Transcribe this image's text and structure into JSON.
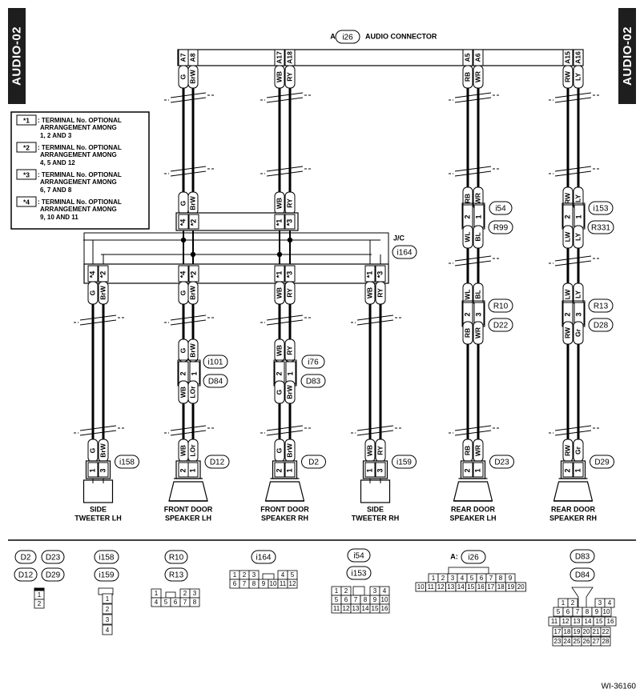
{
  "page_tabs": {
    "left": "AUDIO-02",
    "right": "AUDIO-02"
  },
  "audio_connector": {
    "prefix": "A:",
    "id": "i26",
    "title": "AUDIO CONNECTOR",
    "pins": [
      "A7",
      "A8",
      "A17",
      "A18",
      "A5",
      "A6",
      "A15",
      "A16"
    ]
  },
  "legend": [
    {
      "mark": "*1",
      "line1": ": TERMINAL No. OPTIONAL",
      "line2": "ARRANGEMENT AMONG",
      "line3": "1, 2 AND 3"
    },
    {
      "mark": "*2",
      "line1": ": TERMINAL No. OPTIONAL",
      "line2": "ARRANGEMENT AMONG",
      "line3": "4, 5 AND 12"
    },
    {
      "mark": "*3",
      "line1": ": TERMINAL No. OPTIONAL",
      "line2": "ARRANGEMENT AMONG",
      "line3": "6, 7 AND 8"
    },
    {
      "mark": "*4",
      "line1": ": TERMINAL No. OPTIONAL",
      "line2": "ARRANGEMENT AMONG",
      "line3": "9, 10 AND 11"
    }
  ],
  "wire_colors": {
    "g": "G",
    "brw": "BrW",
    "wb": "WB",
    "ry": "RY",
    "rb": "RB",
    "wr": "WR",
    "rw": "RW",
    "ly": "LY",
    "wl": "WL",
    "bl": "BL",
    "lw": "LW",
    "gr": "Gr",
    "lor": "LOr"
  },
  "jc": {
    "label": "J/C",
    "id": "i164"
  },
  "pin_marks": {
    "s1": "*1",
    "s2": "*2",
    "s3": "*3",
    "s4": "*4",
    "n1": "1",
    "n2": "2",
    "n3": "3"
  },
  "connectors": {
    "i54": "i54",
    "r99": "R99",
    "i153": "i153",
    "r331": "R331",
    "r10": "R10",
    "d22": "D22",
    "r13": "R13",
    "d28": "D28",
    "i101": "i101",
    "d84": "D84",
    "i76": "i76",
    "d83": "D83",
    "i158": "i158",
    "d12": "D12",
    "d2": "D2",
    "i159": "i159",
    "d23": "D23",
    "d29": "D29"
  },
  "components": [
    {
      "line1": "SIDE",
      "line2": "TWEETER LH"
    },
    {
      "line1": "FRONT DOOR",
      "line2": "SPEAKER LH"
    },
    {
      "line1": "FRONT DOOR",
      "line2": "SPEAKER RH"
    },
    {
      "line1": "SIDE",
      "line2": "TWEETER RH"
    },
    {
      "line1": "REAR DOOR",
      "line2": "SPEAKER LH"
    },
    {
      "line1": "REAR DOOR",
      "line2": "SPEAKER RH"
    }
  ],
  "bottom": {
    "g1": {
      "ids": [
        "D2",
        "D23",
        "D12",
        "D29"
      ],
      "pins": [
        "1",
        "2"
      ]
    },
    "g2": {
      "ids": [
        "i158",
        "i159"
      ],
      "pins": [
        "1",
        "2",
        "3",
        "4"
      ]
    },
    "g3": {
      "ids": [
        "R10",
        "R13"
      ],
      "row1": [
        "1",
        "2",
        "3"
      ],
      "row2": [
        "4",
        "5",
        "6",
        "7",
        "8"
      ]
    },
    "g4": {
      "ids": [
        "i164"
      ],
      "row1": [
        "1",
        "2",
        "3",
        "4",
        "5"
      ],
      "row2": [
        "6",
        "7",
        "8",
        "9",
        "10",
        "11",
        "12"
      ]
    },
    "g5": {
      "ids": [
        "i54",
        "i153"
      ],
      "row1": [
        "1",
        "2",
        "3",
        "4"
      ],
      "row2": [
        "5",
        "6",
        "7",
        "8",
        "9",
        "10"
      ],
      "row3": [
        "11",
        "12",
        "13",
        "14",
        "15",
        "16"
      ]
    },
    "g6": {
      "prefix": "A:",
      "ids": [
        "i26"
      ],
      "row1": [
        "1",
        "2",
        "3",
        "4",
        "5",
        "6",
        "7",
        "8",
        "9"
      ],
      "row2": [
        "10",
        "11",
        "12",
        "13",
        "14",
        "15",
        "16",
        "17",
        "18",
        "19",
        "20"
      ]
    },
    "g7": {
      "ids": [
        "D83",
        "D84"
      ],
      "row1": [
        "1",
        "2",
        "3",
        "4"
      ],
      "row2": [
        "5",
        "6",
        "7",
        "8",
        "9",
        "10"
      ],
      "row3": [
        "11",
        "12",
        "13",
        "14",
        "15",
        "16"
      ],
      "row4": [
        "17",
        "18",
        "19",
        "20",
        "21",
        "22"
      ],
      "row5": [
        "23",
        "24",
        "25",
        "26",
        "27",
        "28"
      ]
    }
  },
  "figure_code": "WI-36160"
}
